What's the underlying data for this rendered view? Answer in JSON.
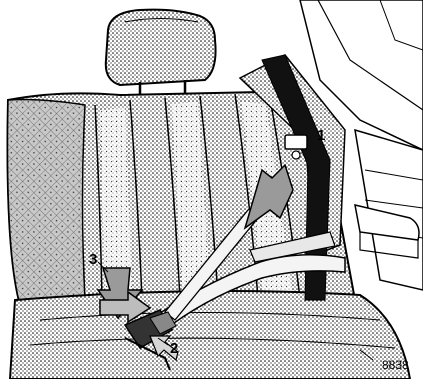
{
  "callouts": {
    "one": "1",
    "two": "2",
    "three": "3"
  },
  "figure_number": "8838",
  "icons": [
    "headrest",
    "rear-bench-seat",
    "lap-shoulder-belt",
    "belt-buckle",
    "upper-anchor",
    "insertion-arrow",
    "door-panel"
  ],
  "colors": {
    "ink": "#000000",
    "paper": "#ffffff",
    "mid_gray": "#9a9a9a",
    "light_gray": "#d6d6d6"
  }
}
